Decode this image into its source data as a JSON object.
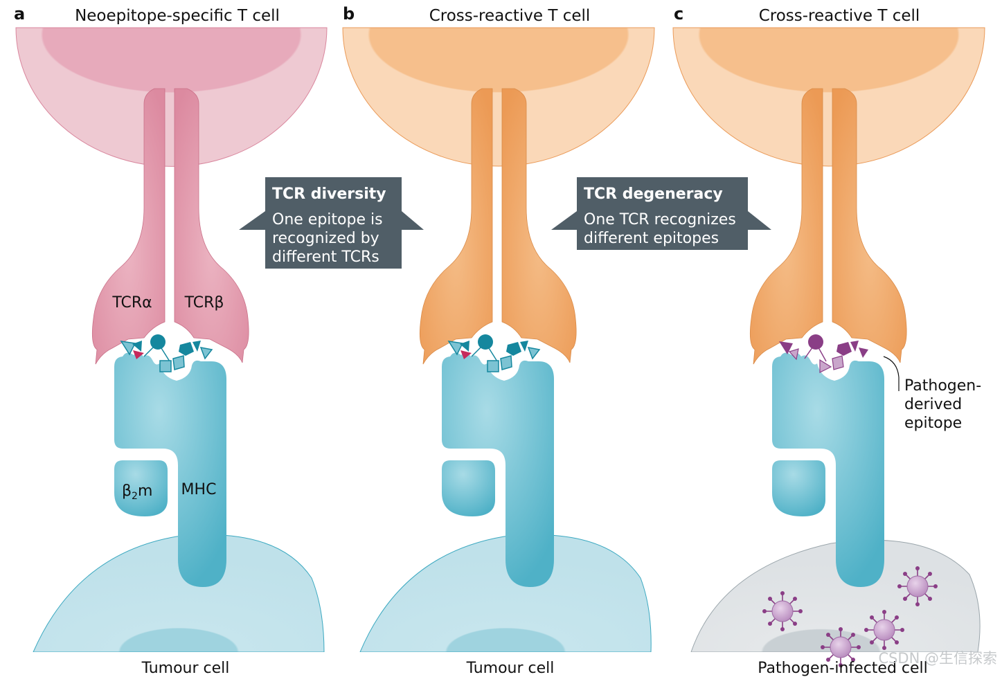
{
  "panels": [
    {
      "letter": "a",
      "title": "Neoepitope-specific T cell",
      "bottom_label": "Tumour cell",
      "tcr_alpha_label": "TCRα",
      "tcr_beta_label": "TCRβ",
      "b2m_label": "β",
      "b2m_sub": "2",
      "b2m_suffix": "m",
      "mhc_label": "MHC"
    },
    {
      "letter": "b",
      "title": "Cross-reactive T cell",
      "bottom_label": "Tumour cell"
    },
    {
      "letter": "c",
      "title": "Cross-reactive T cell",
      "bottom_label": "Pathogen-infected cell",
      "epitope_label_lines": [
        "Pathogen-",
        "derived",
        "epitope"
      ]
    }
  ],
  "callouts": [
    {
      "heading": "TCR diversity",
      "body_lines": [
        "One epitope is",
        "recognized by",
        "different TCRs"
      ]
    },
    {
      "heading": "TCR degeneracy",
      "body_lines": [
        "One TCR recognizes",
        "different epitopes"
      ]
    }
  ],
  "watermark": "CSDN @生信探索",
  "colors": {
    "neoepitope_tcell": "#eec9d2",
    "neoepitope_tcr": "#e096a8",
    "cross_reactive_tcell": "#fad8b8",
    "cross_reactive_tcr": "#efa25e",
    "mhc": "#66bdd0",
    "tumour_cell": "#bfe1ea",
    "infected_cell": "#dfe3e6",
    "tumour_epitope": "#15879e",
    "pathogen_epitope": "#8a3e86",
    "virus": "#c9a0cf",
    "callout_box": "#505e67"
  }
}
